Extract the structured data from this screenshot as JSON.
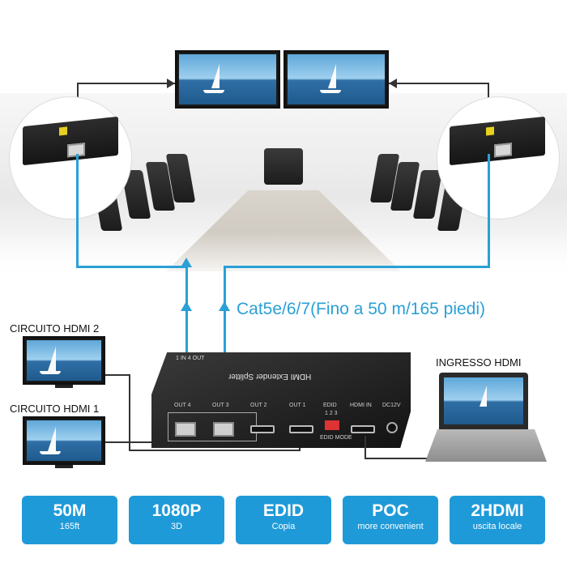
{
  "cable_label": "Cat5e/6/7(Fino a 50 m/165 piedi)",
  "outputs": {
    "circuit_2": "CIRCUITO HDMI 2",
    "circuit_1": "CIRCUITO HDMI 1",
    "input": "INGRESSO HDMI"
  },
  "device": {
    "name": "HDMI Extender Splitter",
    "brand": "1 IN 4 OUT",
    "ports": [
      "OUT 4",
      "OUT 3",
      "OUT 2",
      "OUT 1",
      "EDID",
      "HDMI IN",
      "DC12V"
    ],
    "edid_mode": "EDID MODE",
    "dip_numbers": "1 2 3"
  },
  "features": [
    {
      "title": "50M",
      "subtitle": "165ft"
    },
    {
      "title": "1080P",
      "subtitle": "3D"
    },
    {
      "title": "EDID",
      "subtitle": "Copia"
    },
    {
      "title": "POC",
      "subtitle": "more convenient"
    },
    {
      "title": "2HDMI",
      "subtitle": "uscita locale"
    }
  ],
  "colors": {
    "accent": "#2aa0d6",
    "badge": "#1f9ad8"
  }
}
